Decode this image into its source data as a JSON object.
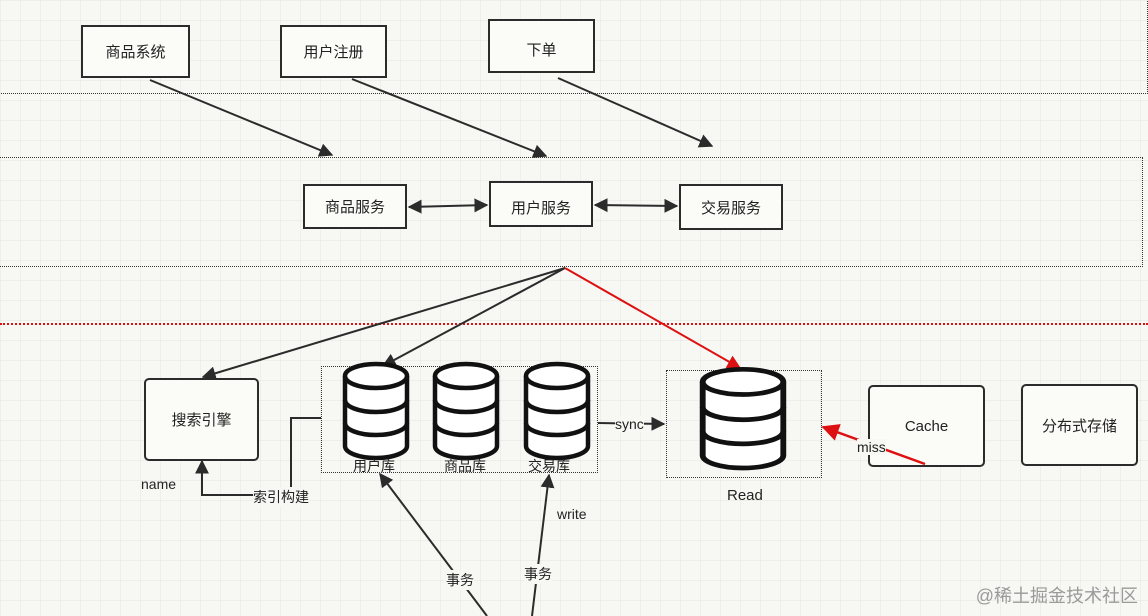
{
  "top_layer": {
    "systems": [
      "商品系统",
      "用户注册",
      "下单"
    ]
  },
  "service_layer": {
    "services": [
      "商品服务",
      "用户服务",
      "交易服务"
    ]
  },
  "data_layer": {
    "search_engine": "搜索引擎",
    "databases": [
      "用户库",
      "商品库",
      "交易库"
    ],
    "read_db": "Read",
    "cache": "Cache",
    "distributed_storage": "分布式存储"
  },
  "edge_labels": {
    "name": "name",
    "index_build": "索引构建",
    "sync": "sync",
    "miss": "miss",
    "write": "write",
    "transaction_1": "事务",
    "transaction_2": "事务"
  },
  "colors": {
    "line": "#2b2b2b",
    "highlight": "#dd1111"
  },
  "watermark": "@稀土掘金技术社区"
}
